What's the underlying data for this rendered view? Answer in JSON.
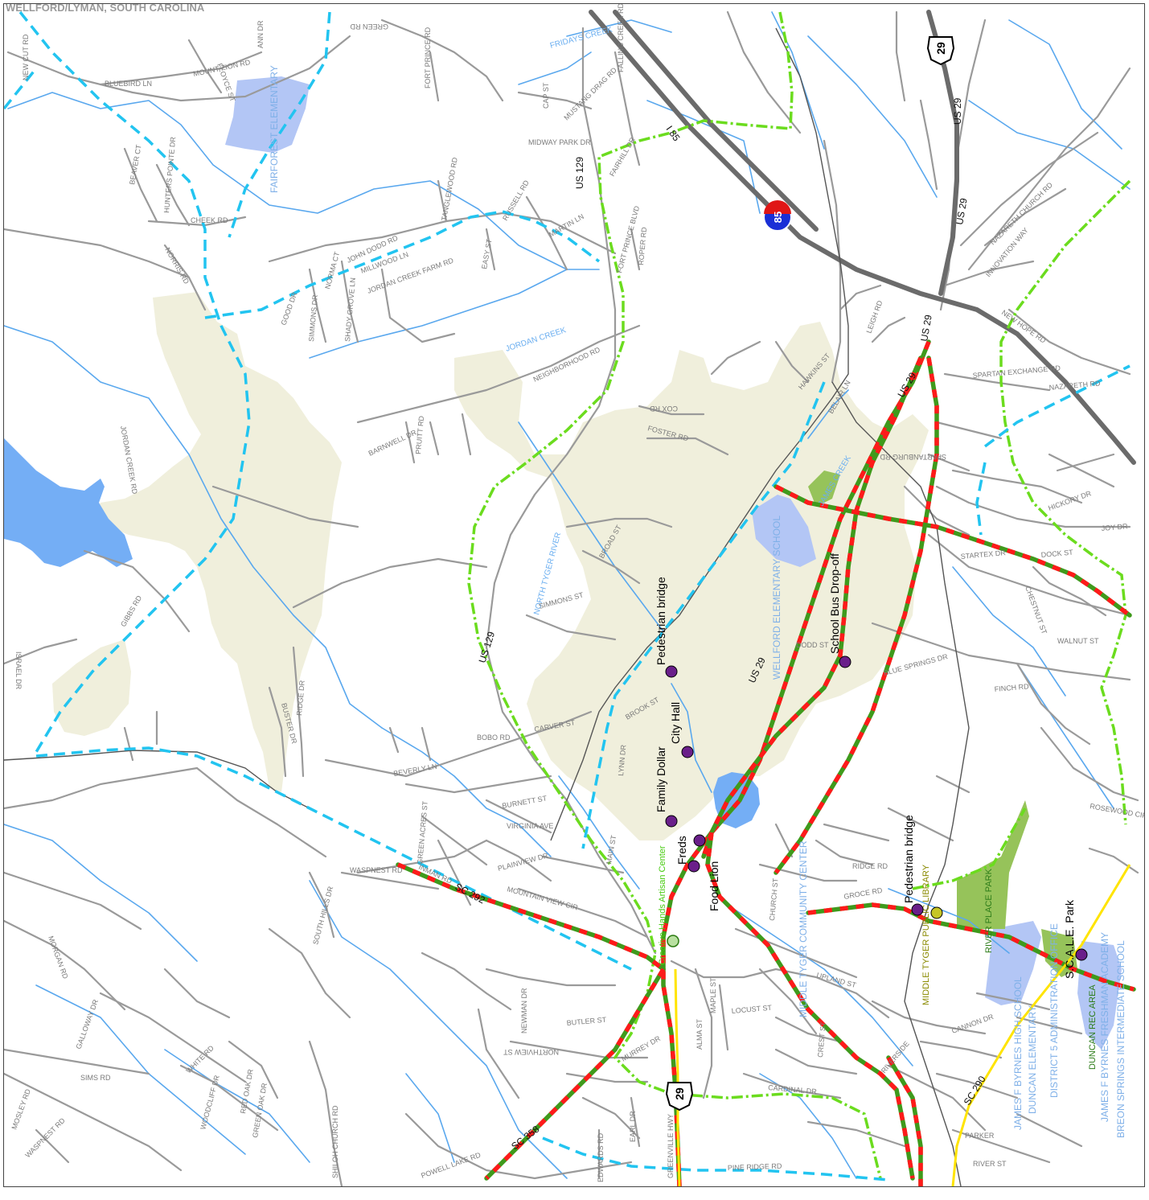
{
  "header": {
    "title": "WELLFORD/LYMAN, SOUTH CAROLINA"
  },
  "colors": {
    "city_limits": "#f0efdc",
    "water": "#74aef5",
    "school_area": "#b3c6f5",
    "park_area": "#96c35a",
    "poi_dot": "#6a1f8a",
    "poi_green": "#b8e0a0",
    "poi_olive": "#c6c626",
    "pedestrian_red": "#ff1a1a",
    "pedestrian_green": "#3f9a1c"
  },
  "shields": {
    "us29_top": "29",
    "us29_bottom": "29",
    "i85": "85"
  },
  "routes": {
    "us129_north": "US 129",
    "us129_south": "US 129",
    "i85_label": "I 85",
    "us29_a": "US 29",
    "us29_b": "US 29",
    "us29_c": "US 29",
    "us29_d": "US 29",
    "us29_e": "US 29",
    "sc292": "SC 292",
    "sc358": "SC 358",
    "sc290": "SC 290"
  },
  "poi": [
    {
      "label": "Pedestrian bridge"
    },
    {
      "label": "City Hall"
    },
    {
      "label": "Family Dollar"
    },
    {
      "label": "Freds"
    },
    {
      "label": "Food Lion"
    },
    {
      "label": "School Bus Drop-off"
    },
    {
      "label": "Pedestrian bridge"
    },
    {
      "label": "S.C.A.L.E. Park"
    },
    {
      "label": "Creative Hands Artisan Center"
    }
  ],
  "areas": {
    "fairforest": "FAIRFOREST ELEMENTARY",
    "wellford": "WELLFORD ELEMENTARY SCHOOL",
    "middle_tyger_cc": "MIDDLE TYGER COMMUNITY CENTER",
    "middle_tyger_lib": "MIDDLE TYGER PUBLIC LIBRARY",
    "river_place": "RIVER PLACE PARK",
    "byrnes_hs": "JAMES F BYRNES HIGH SCHOOL",
    "duncan_elem": "DUNCAN ELEMENTARY",
    "admin_office": "DISTRICT 5 ADMINISTRATION OFFICE",
    "duncan_rec": "DUNCAN REC AREA",
    "byrnes_fa": "JAMES F BYRNES FRESHMAN ACADEMY",
    "breon": "BREON SPRINGS INTERMEDIATE SCHOOL"
  },
  "streams": {
    "jordan": "JORDAN CREEK",
    "ntyger": "NORTH TYGER RIVER",
    "james": "JAMES CREEK",
    "fridays": "FRIDAYS CREEK"
  },
  "streets": {
    "new_cut": "NEW CUT RD",
    "ann": "ANN DR",
    "green": "GREEN RD",
    "bluebird": "BLUEBIRD LN",
    "mount_zion": "MOUNT ZION RD",
    "floyce": "FLOYCE ST",
    "fort_prince": "FORT PRINCE RD",
    "cap": "CAP ST",
    "mustang": "MUSTANG DRAG RD",
    "falling_creek": "FALLING CREEK RD",
    "midway": "MIDWAY PARK DR",
    "fairhill": "FAIRHILL DR",
    "fort_prince_blvd": "FORT PRINCE BLVD",
    "beaver": "BEAVER CT",
    "hunters": "HUNTERS POINTE DR",
    "cheek": "CHEEK RD",
    "tanglewood": "TANGLEWOOD RD",
    "russell": "RUSSELL RD",
    "martin": "MARTIN LN",
    "roper": "ROPER RD",
    "norris": "NORRIS RD",
    "john_dodd": "JOHN DODD RD",
    "millwood": "MILLWOOD LN",
    "jordan_farm": "JORDAN CREEK FARM RD",
    "norma": "NORMA CT",
    "easy": "EASY ST",
    "simmons": "SIMMONS DR",
    "shady_grove": "SHADY GROVE LN",
    "neighborhood": "NEIGHBORHOOD RD",
    "good_dr": "GOOD DR",
    "barnwell": "BARNWELL DR",
    "pruitt": "PRUITT RD",
    "cox": "COX RD",
    "foster": "FOSTER RD",
    "hawkins": "HAWKINS ST",
    "leigh": "LEIGH RD",
    "belair": "BELAIR LN",
    "nazareth_church": "NAZARETH CHURCH RD",
    "innovation": "INNOVATION WAY",
    "new_hope": "NEW HOPE RD",
    "spartan_exchange": "SPARTAN EXCHANGE RD",
    "nazareth": "NAZARETH RD",
    "spartanburg_rd": "SPARTANBURG RD",
    "broad": "BROAD ST",
    "simmons_st": "SIMMONS ST",
    "gibbs": "GIBBS RD",
    "jordan_creek_rd": "JORDAN CREEK RD",
    "israel": "ISRAEL DR",
    "ridge_dr": "RIDGE DR",
    "buster": "BUSTER DR",
    "bobo": "BOBO RD",
    "carver": "CARVER ST",
    "beverly": "BEVERLY LN",
    "green_acres": "GREEN ACRES ST",
    "burnett": "BURNETT ST",
    "virginia": "VIRGINIA AVE",
    "inman": "INMAN RD",
    "plainview": "PLAINVIEW DR",
    "waspnest": "WASPNEST RD",
    "mountain_view": "MOUNTAIN VIEW CIR",
    "south_hills": "SOUTH HILLS DR",
    "morgan": "MORGAN RD",
    "finch": "FINCH RD",
    "dock": "DOCK ST",
    "chestnut": "CHESTNUT ST",
    "joy": "JOY DR",
    "hickory": "HICKORY DR",
    "startex": "STARTEX DR",
    "church_st": "CHURCH ST",
    "groce": "GROCE RD",
    "ridge_rd": "RIDGE RD",
    "upland": "UPLAND ST",
    "locust": "LOCUST ST",
    "butler": "BUTLER ST",
    "newman": "NEWMAN DR",
    "alma": "ALMA ST",
    "maple": "MAPLE ST",
    "northview": "NORTHVIEW ST",
    "white": "WHITE RD",
    "green_oak": "GREEN OAK DR",
    "red_oak": "RED OAK DR",
    "woodcliff": "WOODCLIFF DR",
    "sims": "SIMS RD",
    "mosley": "MOSLEY RD",
    "waspnest2": "WASPNEST RD",
    "shiloh": "SHILOH CHURCH RD",
    "powell_lake": "POWELL LAKE RD",
    "pine_ridge": "PINE RIDGE RD",
    "edwards": "EDWARDS RD",
    "earl": "EARL DR",
    "murrey": "MURREY DR",
    "greenville_hwy": "GREENVILLE HWY",
    "cardinal": "CARDINAL DR",
    "crest": "CREST ST",
    "riverside": "RIVERSIDE",
    "parker": "PARKER",
    "river_st": "RIVER ST",
    "cannon": "CANNON DR",
    "dodd": "DODD ST",
    "blue_springs": "BLUE SPRINGS DR",
    "main_st": "MAIN ST",
    "lynn": "LYNN DR",
    "brook": "BROOK ST",
    "galloway": "GALLOWAY DR",
    "rosewood": "ROSEWOOD CIR",
    "walnut": "WALNUT ST"
  }
}
